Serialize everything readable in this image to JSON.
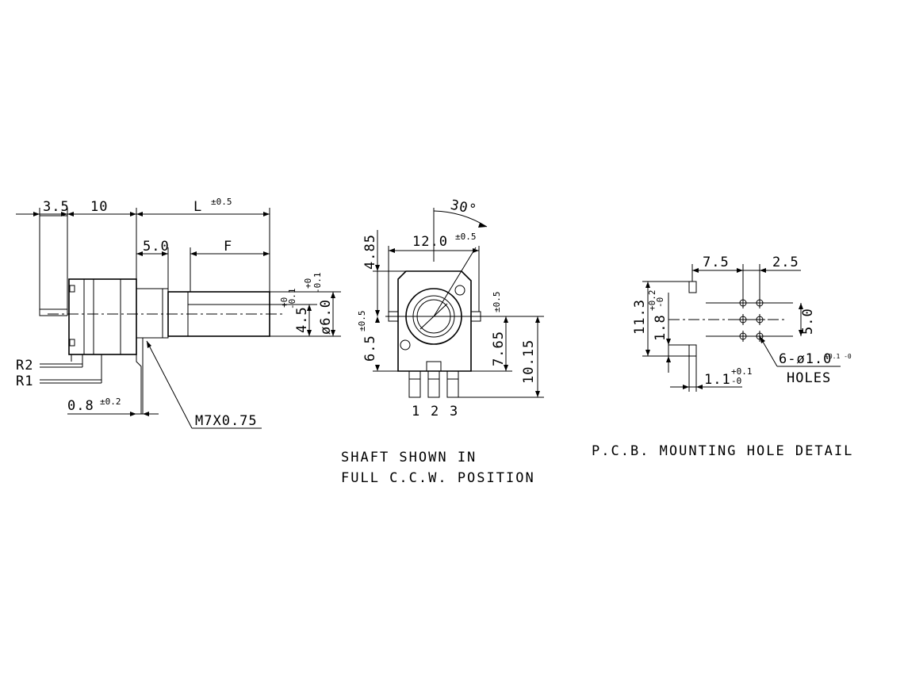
{
  "side_view": {
    "dim_a": "3.5",
    "dim_b": "10",
    "dim_l": "L",
    "dim_l_tol": "±0.5",
    "dim_5": "5.0",
    "dim_f": "F",
    "dim_shaft_flat": "4.5",
    "dim_shaft_flat_tol_top": "+0",
    "dim_shaft_flat_tol_bot": "-0.1",
    "dim_shaft_dia": "ø6.0",
    "dim_shaft_dia_tol_top": "+0",
    "dim_shaft_dia_tol_bot": "-0.1",
    "pin_r2": "R2",
    "pin_r1": "R1",
    "dim_pin": "0.8",
    "dim_pin_tol": "±0.2",
    "thread": "M7X0.75"
  },
  "front_view": {
    "angle": "30°",
    "dim_width": "12.0",
    "dim_width_tol": "±0.5",
    "dim_top": "4.85",
    "dim_left": "6.5",
    "dim_left_tol": "±0.5",
    "dim_right_tol": "±0.5",
    "dim_765": "7.65",
    "dim_1015": "10.15",
    "pin1": "1",
    "pin2": "2",
    "pin3": "3",
    "caption_line1": "SHAFT SHOWN IN",
    "caption_line2": "FULL C.C.W. POSITION"
  },
  "pcb_view": {
    "dim_75": "7.5",
    "dim_25": "2.5",
    "dim_113": "11.3",
    "dim_18": "1.8",
    "dim_18_tol_top": "+0.2",
    "dim_18_tol_bot": "-0",
    "dim_50": "5.0",
    "holes": "6-ø1.0",
    "holes_tol": "+0.1 -0",
    "holes_label": "HOLES",
    "dim_11": "1.1",
    "dim_11_tol_top": "+0.1",
    "dim_11_tol_bot": "-0",
    "caption": "P.C.B. MOUNTING HOLE DETAIL"
  }
}
